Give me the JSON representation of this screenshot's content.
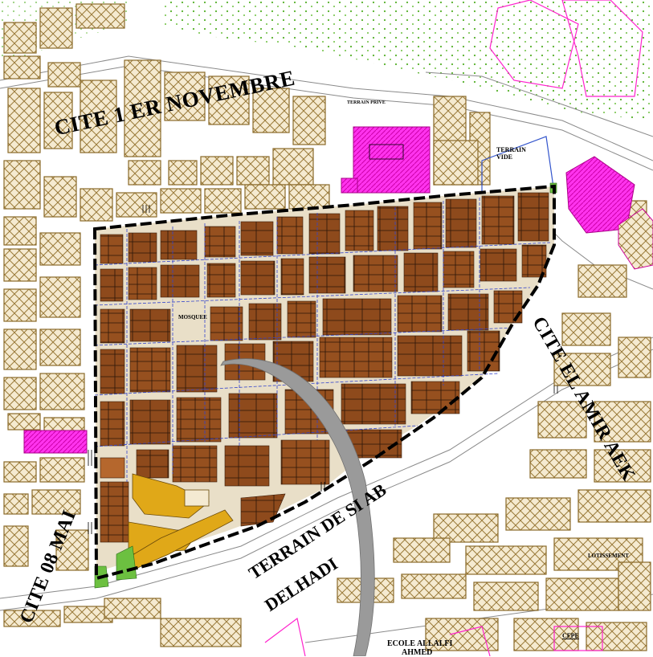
{
  "map": {
    "labels": {
      "cite_1er_novembre": "CITE 1 ER NOVEMBRE",
      "cite_el_amir_aek": "CITE EL AMIR AEK",
      "terrain_de_si_ab": "TERRAIN DE SI AB",
      "delhadi": "DELHADI",
      "cite_8_mai": "CITE 08 MAI",
      "terrain_vide_1": "TERRAIN",
      "terrain_vide_2": "VIDE",
      "mosquee": "MOSQUEE",
      "ecole_1": "ECOLE ALLALFI",
      "ecole_2": "AHMED",
      "lotissement": "LOTISSEMENT",
      "cfpe": "CFPE",
      "terrain_prive": "TERRAIN PRIVE"
    },
    "colors": {
      "parcel": "#8b4a1e",
      "parcel_light": "#b5672d",
      "hatch_outline": "#8a6a2a",
      "hatch_fill": "#f2e6c8",
      "facility": "#ff22ee",
      "yellow": "#e0a818",
      "green_dots": "#5ab830",
      "road_blue": "#3344cc",
      "boundary": "#000000",
      "arc": "#9a9a9a"
    }
  }
}
